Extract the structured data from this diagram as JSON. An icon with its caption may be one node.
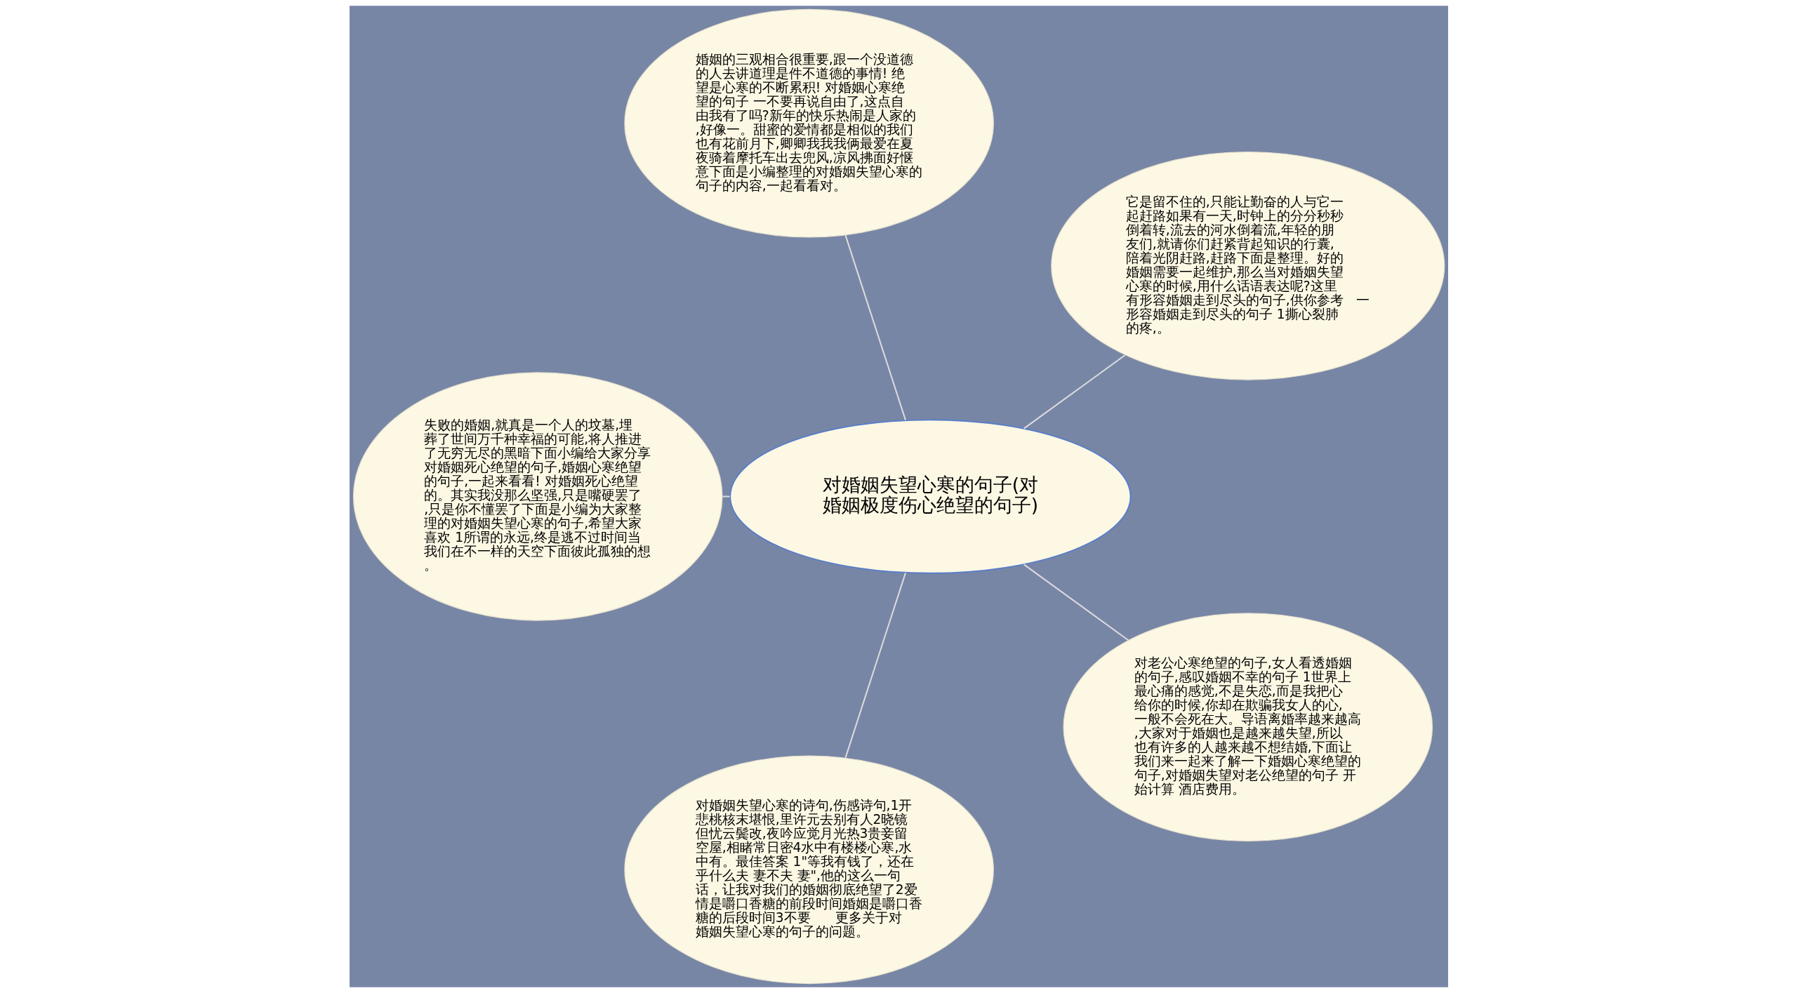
{
  "diagram": {
    "nodes": [
      {
        "text": [
          "对婚姻失望心寒的句子(对婚姻极度伤心绝望的句子)"
        ]
      },
      {
        "text": [
          "它是留不住的,只能让勤奋的人与它一起赶路如果有一天,时钟上的分分秒秒倒着转,流去的河水倒着流,年轻的朋友们,就请你们赶紧背起知识的行囊,陪着光阴赶路,赶路下面是整理。好的婚姻需要一起维护,那么当对婚姻失望心寒的时候,用什么话语表达呢?这里有形容婚姻走到尽头的句子,供你参考   一形容婚姻走到尽头的句子 1撕心裂肺的疼,。"
        ]
      },
      {
        "text": [
          "婚姻的三观相合很重要,跟一个没道德的人去讲道理是件不道德的事情! 绝望是心寒的不断累积! 对婚姻心寒绝望的句子 一不要再说自由了,这点自由我有了吗?新年的快乐热闹是人家的,好像一。甜蜜的爱情都是相似的我们也有花前月下,卿卿我我我俩最爱在夏夜骑着摩托车出去兜风,凉风拂面好惬意下面是小编整理的对婚姻失望心寒的句子的内容,一起看看对。"
        ]
      },
      {
        "text": [
          "失败的婚姻,就真是一个人的坟墓,埋葬了世间万千种幸福的可能,将人推进了无穷无尽的黑暗下面小编给大家分享对婚姻死心绝望的句子,婚姻心寒绝望的句子,一起来看看! 对婚姻死心绝望的。其实我没那么坚强,只是嘴硬罢了,只是你不懂罢了下面是小编为大家整理的对婚姻失望心寒的句子,希望大家喜欢 1所谓的永远,终是逃不过时间当我们在不一样的天空下面彼此孤独的想。"
        ]
      },
      {
        "text": [
          "对婚姻失望心寒的诗句,伤感诗句,1开悲桃核末堪恨,里许元去别有人2晓镜但忧云鬓改,夜吟应觉月光热3贵妾留空屋,相睹常日密4水中有楼楼心寒,水中有。最佳答案 1\"等我有钱了，还在乎什么夫 妻不夫 妻\",他的这么一句话，让我对我们的婚姻彻底绝望了2爱情是嚼口香糖的前段时间婚姻是嚼口香糖的后段时间3不要      更多关于对婚姻失望心寒的句子的问题。"
        ]
      },
      {
        "text": [
          "对老公心寒绝望的句子,女人看透婚姻的句子,感叹婚姻不幸的句子 1世界上最心痛的感觉,不是失恋,而是我把心给你的时候,你却在欺骗我女人的心,一般不会死在大。导语离婚率越来越高,大家对于婚姻也是越来越失望,所以也有许多的人越来越不想结婚,下面让我们来一起来了解一下婚姻心寒绝望的句子,对婚姻失望对老公绝望的句子 开始计算 酒店费用。"
        ]
      }
    ],
    "edges": [
      {
        "from": 0,
        "to": 1,
        "arrow": "none"
      },
      {
        "from": 0,
        "to": 2,
        "arrow": "none"
      },
      {
        "from": 0,
        "to": 3,
        "arrow": "none"
      },
      {
        "from": 0,
        "to": 4,
        "arrow": "none"
      },
      {
        "from": 0,
        "to": 5,
        "arrow": "none"
      }
    ]
  }
}
